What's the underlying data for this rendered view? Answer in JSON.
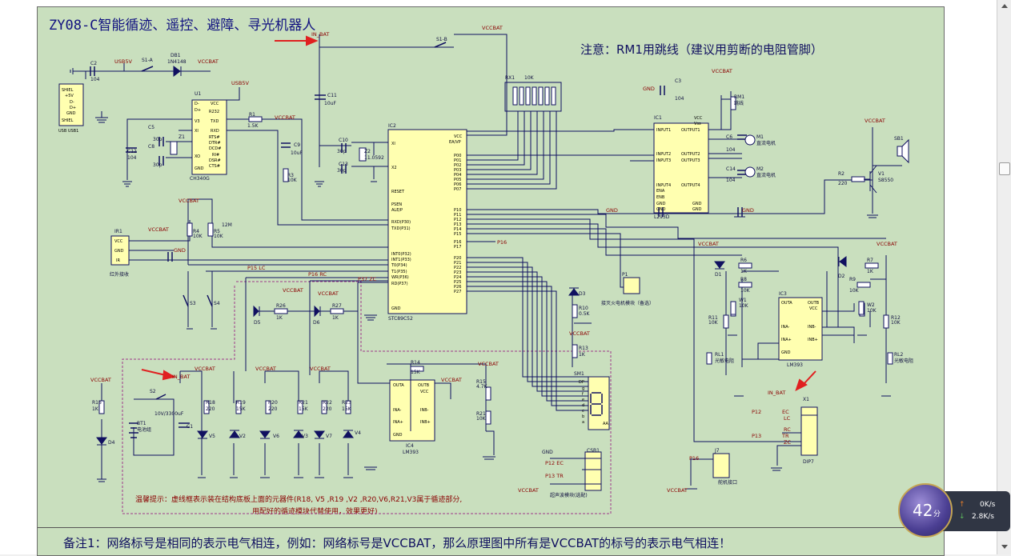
{
  "title": "ZY08-C智能循迹、遥控、避障、寻光机器人",
  "note": "注意：RM1用跳线（建议用剪断的电阻管脚）",
  "footnote": "备注1：网络标号是相同的表示电气相连，例如：网络标号是VCCBAT，那么原理图中所有是VCCBAT的标号的表示电气相连！",
  "tip_line1": "温馨提示：虚线框表示装在结构底板上面的元器件(R18, V5 ,R19 ,V2 ,R20,V6,R21,V3属于循迹部分,",
  "tip_line2": "用配好的循迹模块代替使用，效果更好)",
  "ics": {
    "u1": {
      "ref": "U1",
      "part": "CH340G",
      "left_pins": [
        "D-",
        "D+",
        "V3",
        "XI",
        "XO",
        "GND"
      ],
      "right_pins": [
        "VCC",
        "R232",
        "TXD",
        "RXD",
        "RTS#",
        "DTR#",
        "DCD#",
        "RI#",
        "DSR#",
        "CTS#"
      ]
    },
    "ic2": {
      "ref": "IC2",
      "part": "STC89C52",
      "left_pins": [
        "XI",
        "X2",
        "RESET",
        "PSEN",
        "ALE/P",
        "RXD(P30)",
        "TXD(P31)",
        "INT0(P32)",
        "INT1(P33)",
        "T0(P34)",
        "T1(P35)",
        "WR(P36)",
        "RD(P37)",
        "GND"
      ],
      "right_pins": [
        "VCC",
        "EA/VP",
        "P00",
        "P01",
        "P02",
        "P03",
        "P04",
        "P05",
        "P06",
        "P07",
        "P10",
        "P11",
        "P12",
        "P13",
        "P14",
        "P15",
        "P16",
        "P17",
        "P20",
        "P21",
        "P22",
        "P23",
        "P24",
        "P25",
        "P26",
        "P27"
      ]
    },
    "ic1": {
      "ref": "IC1",
      "part": "L293D",
      "left_pins": [
        "INPUT1",
        "INPUT2",
        "INPUT3",
        "INPUT4",
        "ENA",
        "ENB",
        "GND",
        "GND"
      ],
      "right_pins": [
        "VCC",
        "Vss",
        "OUTPUT1",
        "OUTPUT2",
        "OUTPUT3",
        "OUTPUT4",
        "GND",
        "GND"
      ]
    },
    "ic3": {
      "ref": "IC3",
      "part": "LM393",
      "left_pins": [
        "OUTA",
        "INA-",
        "INA+",
        "GND"
      ],
      "right_pins": [
        "OUTB",
        "VCC",
        "INB-",
        "INB+"
      ]
    },
    "ic4": {
      "ref": "IC4",
      "part": "LM393",
      "left_pins": [
        "OUTA",
        "INA-",
        "INA+",
        "GND"
      ],
      "right_pins": [
        "OUTB",
        "VCC",
        "INB-",
        "INB+"
      ]
    }
  },
  "labels": {
    "usb_pins": [
      "SHIEL",
      "+5V",
      "D-",
      "D+",
      "GND",
      "SHIEL"
    ],
    "usb_ref": "USB USB1",
    "vccbat": "VCCBAT",
    "usb5v": "USB5V",
    "in_bat": "IN_BAT",
    "gnd": "GND",
    "s1a": "S1-A",
    "s1b": "S1-B",
    "db1": "DB1",
    "db1_part": "1N4148",
    "c2": "C2",
    "c2_val": "104",
    "c3": "C3",
    "c3_val": "104",
    "c11": "C11",
    "c11_val": "10uF",
    "c9": "C9",
    "c9_val": "10uF",
    "c10": "C10",
    "c13": "C13",
    "cap30p": "30p",
    "z1": "Z1",
    "z2": "Z2",
    "z2_val": "11.0592",
    "r1": "R1",
    "r1_val": "1.5K",
    "rx1": "RX1",
    "rx1_val": "10K",
    "rm1": "RM1",
    "rm1_val": "跳线",
    "m1": "M1",
    "m2": "M2",
    "motor": "直流电机",
    "sb1": "SB1",
    "v1": "V1",
    "v1_part": "S8550",
    "r2": "R2",
    "r2_val": "220",
    "ir1": "IR1",
    "ir_pins": [
      "VCC",
      "GND",
      "IR"
    ],
    "ir_name": "红外接收",
    "r4": "R4",
    "r5": "R5",
    "r3": "R3",
    "r10k": "10K",
    "res_12m": "12M",
    "s3": "S3",
    "s4": "S4",
    "p1": "P1",
    "p1_name": "接灭火电机模块（备选）",
    "d3": "D3",
    "r10": "R10",
    "r10_val": "0.5K",
    "r13": "R13",
    "r13_val": "1K",
    "sm1": "SM1",
    "seg_pins": [
      "DP",
      "g",
      "f",
      "e",
      "d",
      "c",
      "b",
      "a"
    ],
    "seg_common": "AA",
    "p15_lc": "P15  LC",
    "p16_rc": "P16   RC",
    "p37_zc": "P37 ZC",
    "p16": "P16",
    "d5": "D5",
    "d6": "D6",
    "r26": "R26",
    "r27": "R27",
    "r1k": "1K",
    "bt1": "BT1",
    "bt1_name": "电池组",
    "s2": "S2",
    "c1": "C1",
    "c1_val": "10V/3300uF",
    "r16": "R16",
    "d4": "D4",
    "r18": "R18",
    "r220": "220",
    "r19": "R19",
    "r15k": "15K",
    "r20": "R20",
    "r21": "R21",
    "r22": "R22",
    "r23": "R23",
    "v5": "V5",
    "v2": "V2",
    "v6": "V6",
    "v3": "V3",
    "v7": "V7",
    "v4": "V4",
    "r14": "R14",
    "r14_val": "15K",
    "r15": "R15",
    "r15_val": "4.7K",
    "r21b": "R21",
    "r21b_val": "10K",
    "csb1": "CSB1",
    "csb_name": "超声波模块(选配)",
    "p12_ec": "P12    EC",
    "p13_tr": "P13    TR",
    "j7": "J7",
    "j7_name": "舵机接口",
    "x1": "X1",
    "x1_name": "DIP7",
    "x1_nets": [
      "EC",
      "LC",
      "RC",
      "ZC",
      "TR"
    ],
    "p12": "P12",
    "p13": "P13",
    "d1": "D1",
    "d2": "D2",
    "r6": "R6",
    "r7": "R7",
    "r8": "R8",
    "r9": "R9",
    "r11": "R11",
    "r12": "R12",
    "w1": "W1",
    "w2": "W2",
    "rl1": "RL1",
    "rl2": "RL2",
    "rl_name": "光敏电阻",
    "c5": "C5",
    "c8": "C8",
    "c12": "C12",
    "c12_val": "104",
    "c6": "C6",
    "c14": "C14"
  },
  "speed_widget": {
    "score": "42",
    "unit": "分",
    "up_arrow": "↑",
    "down_arrow": "↓",
    "upload": "0K/s",
    "download": "2.8K/s"
  },
  "colors": {
    "board": "#c9dfbe",
    "wire": "#101060",
    "ic_fill": "#ffffb0",
    "net_label": "#8b0000",
    "dashed_box": "#a03a8a",
    "accent_arrow": "#e02020"
  }
}
